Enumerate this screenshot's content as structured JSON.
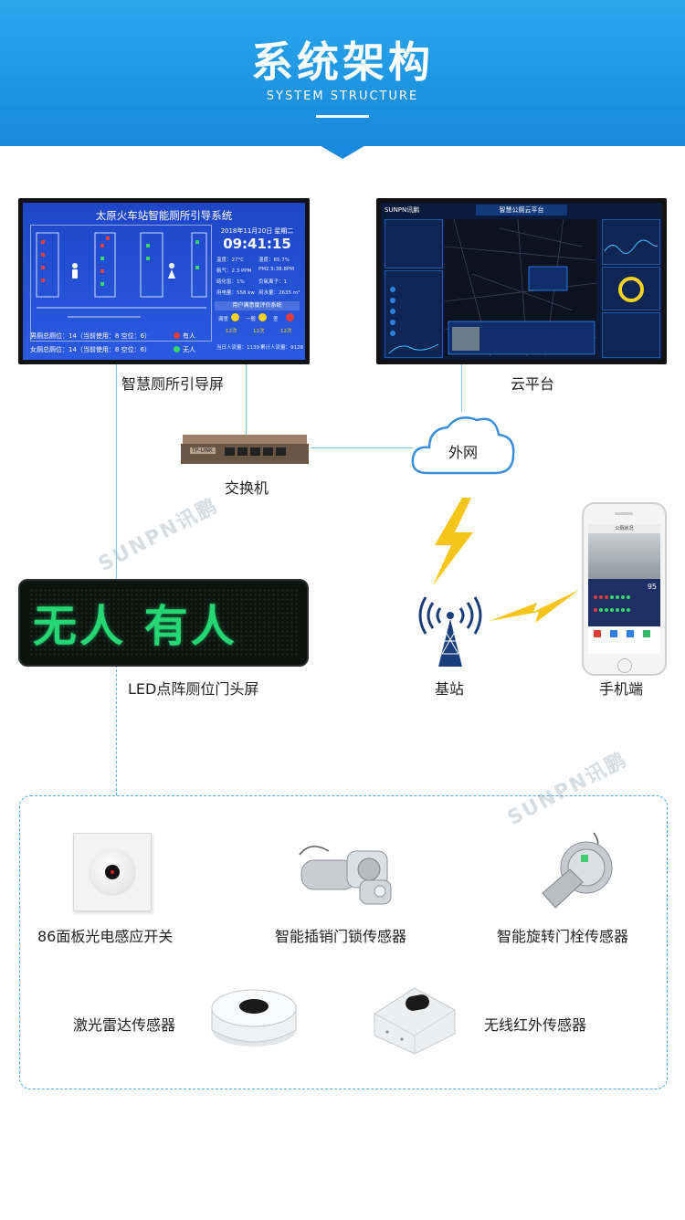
{
  "header": {
    "title": "系统架构",
    "subtitle": "SYSTEM STRUCTURE"
  },
  "watermarks": [
    "SUNPN讯鹏",
    "SUNPN讯鹏"
  ],
  "nodes": {
    "guide_screen": {
      "label": "智慧厕所引导屏",
      "title": "太原火车站智能厕所引导系统",
      "date": "2018年11月20日 星期二",
      "time": "09:41:15",
      "env": [
        "温度：27°C",
        "湿度：65.7%",
        "氨气：2.3 PPM",
        "PM2.5:38.8PM",
        "硫化氢：1%",
        "负氧离子：1",
        "用电量：558 kw",
        "用水量：2635 m³"
      ],
      "rating_title": "用户满意度评价系统",
      "rating": [
        "满意",
        "一般",
        "差"
      ],
      "rating_counts": [
        "12次",
        "12次",
        "12次"
      ],
      "male": "男厕总厕位：14（当前使用：8   空位：6）",
      "female": "女厕总厕位：14（当前使用：8   空位：6）",
      "status_occupied": "有人",
      "status_free": "无人",
      "today_flow": "当日人流量：1139",
      "total_flow": "累计人流量：9128"
    },
    "cloud_platform": {
      "label": "云平台",
      "logo": "SUNPN讯鹏",
      "title": "智慧公厕云平台"
    },
    "switch": {
      "label": "交换机",
      "brand": "TP-LINK"
    },
    "internet": {
      "label": "外网"
    },
    "led_screen": {
      "label": "LED点阵厕位门头屏",
      "text": "无人 有人"
    },
    "base_station": {
      "label": "基站"
    },
    "mobile": {
      "label": "手机端",
      "title": "公厕状况",
      "score": "95"
    }
  },
  "sensors": [
    {
      "label": "86面板光电感应开关",
      "icon": "panel-switch-icon"
    },
    {
      "label": "智能插销门锁传感器",
      "icon": "latch-lock-icon"
    },
    {
      "label": "智能旋转门栓传感器",
      "icon": "rotary-bolt-icon"
    },
    {
      "label": "激光雷达传感器",
      "icon": "lidar-icon"
    },
    {
      "label": "无线红外传感器",
      "icon": "infrared-icon"
    }
  ],
  "colors": {
    "header": "#1889dc",
    "line": "#7fc4ee",
    "dashed": "#4aa9e6",
    "led_green": "#27e27a",
    "bolt": "#f5c51a"
  }
}
